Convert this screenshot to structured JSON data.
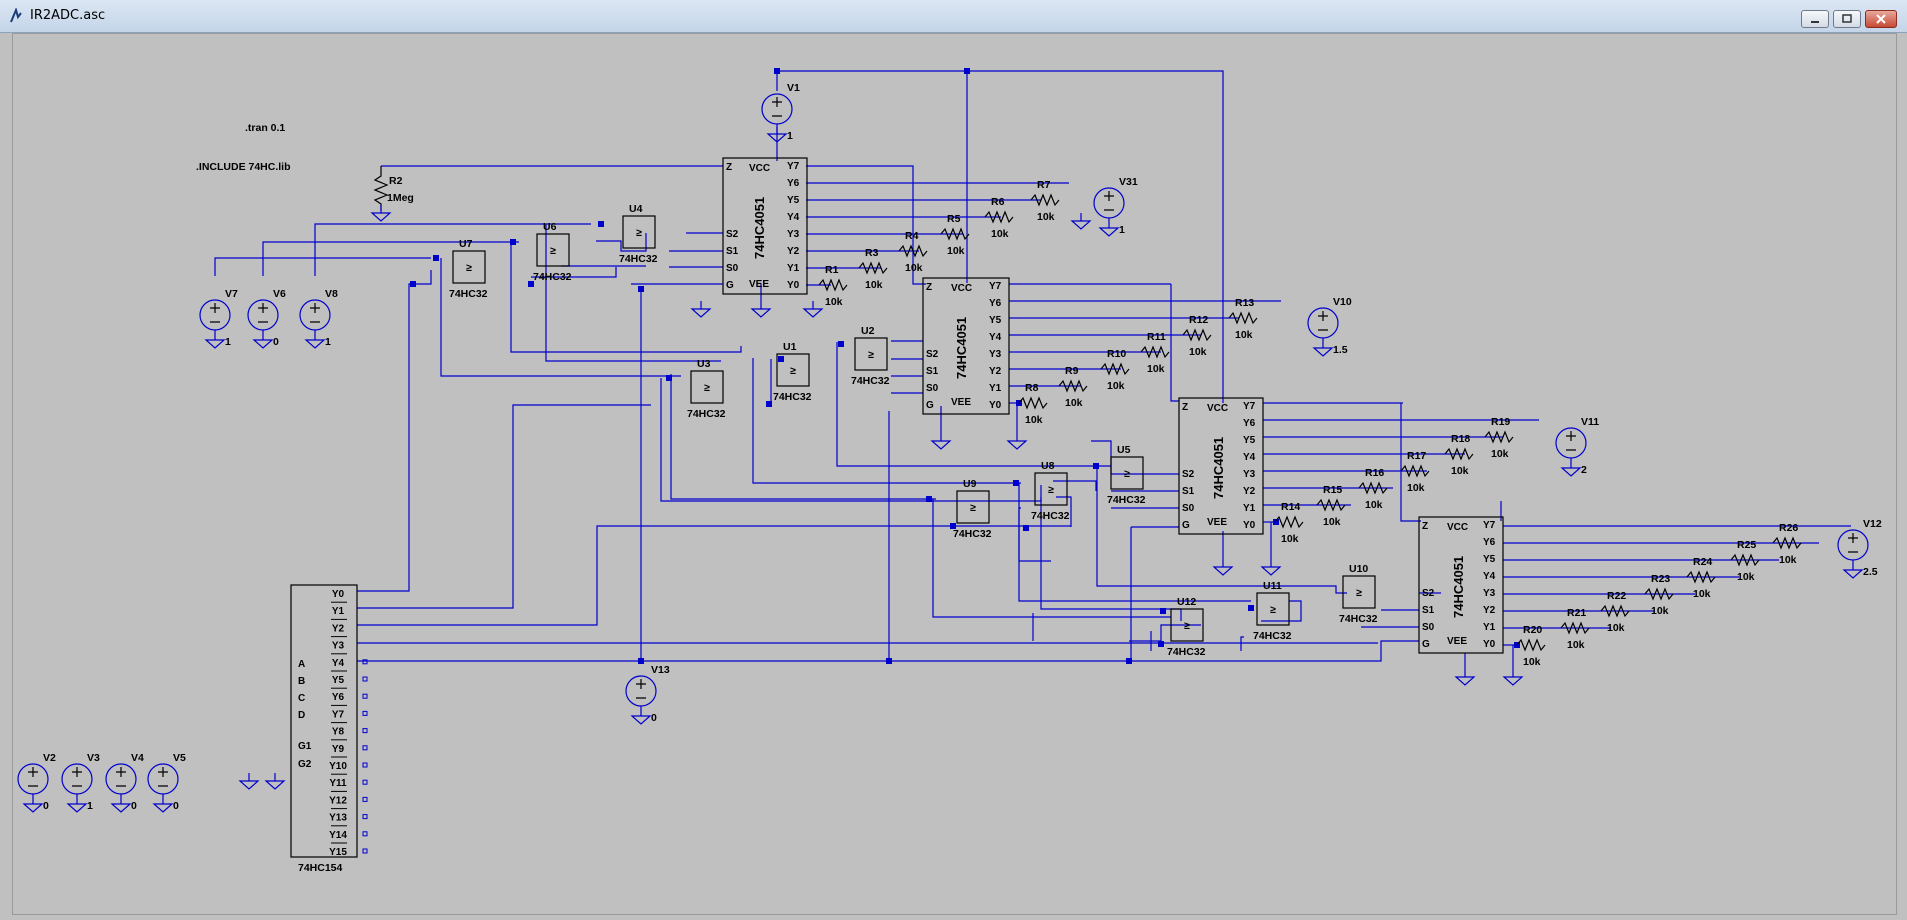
{
  "window": {
    "title": "IR2ADC.asc"
  },
  "directives": {
    "tran": ".tran 0.1",
    "include": ".INCLUDE 74HC.lib"
  },
  "mux": {
    "part": "74HC4051",
    "pins_left": [
      "Z",
      "S2",
      "S1",
      "S0",
      "G"
    ],
    "pins_right": [
      "Y7",
      "Y6",
      "Y5",
      "Y4",
      "Y3",
      "Y2",
      "Y1",
      "Y0"
    ],
    "vcc": "VCC",
    "vee": "VEE"
  },
  "gates": {
    "part": "74HC32",
    "symbol": "≥"
  },
  "decoder": {
    "part": "74HC154",
    "inputs": [
      "A",
      "B",
      "C",
      "D"
    ],
    "enables": [
      "G1",
      "G2"
    ],
    "outputs": [
      "Y0",
      "Y1",
      "Y2",
      "Y3",
      "Y4",
      "Y5",
      "Y6",
      "Y7",
      "Y8",
      "Y9",
      "Y10",
      "Y11",
      "Y12",
      "Y13",
      "Y14",
      "Y15"
    ]
  },
  "labels": {
    "R2": "R2",
    "R2_val": "1Meg",
    "R1": "R1",
    "R3": "R3",
    "R4": "R4",
    "R5": "R5",
    "R6": "R6",
    "R7": "R7",
    "R8": "R8",
    "R9": "R9",
    "R10": "R10",
    "R11": "R11",
    "R12": "R12",
    "R13": "R13",
    "R14": "R14",
    "R15": "R15",
    "R16": "R16",
    "R17": "R17",
    "R18": "R18",
    "R19": "R19",
    "R20": "R20",
    "R21": "R21",
    "R22": "R22",
    "R23": "R23",
    "R24": "R24",
    "R25": "R25",
    "R26": "R26",
    "res_val": "10k",
    "U1": "U1",
    "U2": "U2",
    "U3": "U3",
    "U4": "U4",
    "U5": "U5",
    "U6": "U6",
    "U7": "U7",
    "U8": "U8",
    "U9": "U9",
    "U10": "U10",
    "U11": "U11",
    "U12": "U12",
    "V1": "V1",
    "V1_val": "1",
    "V31": "V31",
    "V31_val": "1",
    "V10": "V10",
    "V10_val": "1.5",
    "V11": "V11",
    "V11_val": "2",
    "V12": "V12",
    "V12_val": "2.5",
    "V13": "V13",
    "V13_val": "0",
    "V7": "V7",
    "V7_val": "1",
    "V6": "V6",
    "V6_val": "0",
    "V8": "V8",
    "V8_val": "1",
    "V2": "V2",
    "V2_val": "0",
    "V3": "V3",
    "V3_val": "1",
    "V4": "V4",
    "V4_val": "0",
    "V5": "V5",
    "V5_val": "0"
  },
  "colors": {
    "wire": "#0000cc",
    "background": "#c0c0c0",
    "ink": "#000000"
  }
}
